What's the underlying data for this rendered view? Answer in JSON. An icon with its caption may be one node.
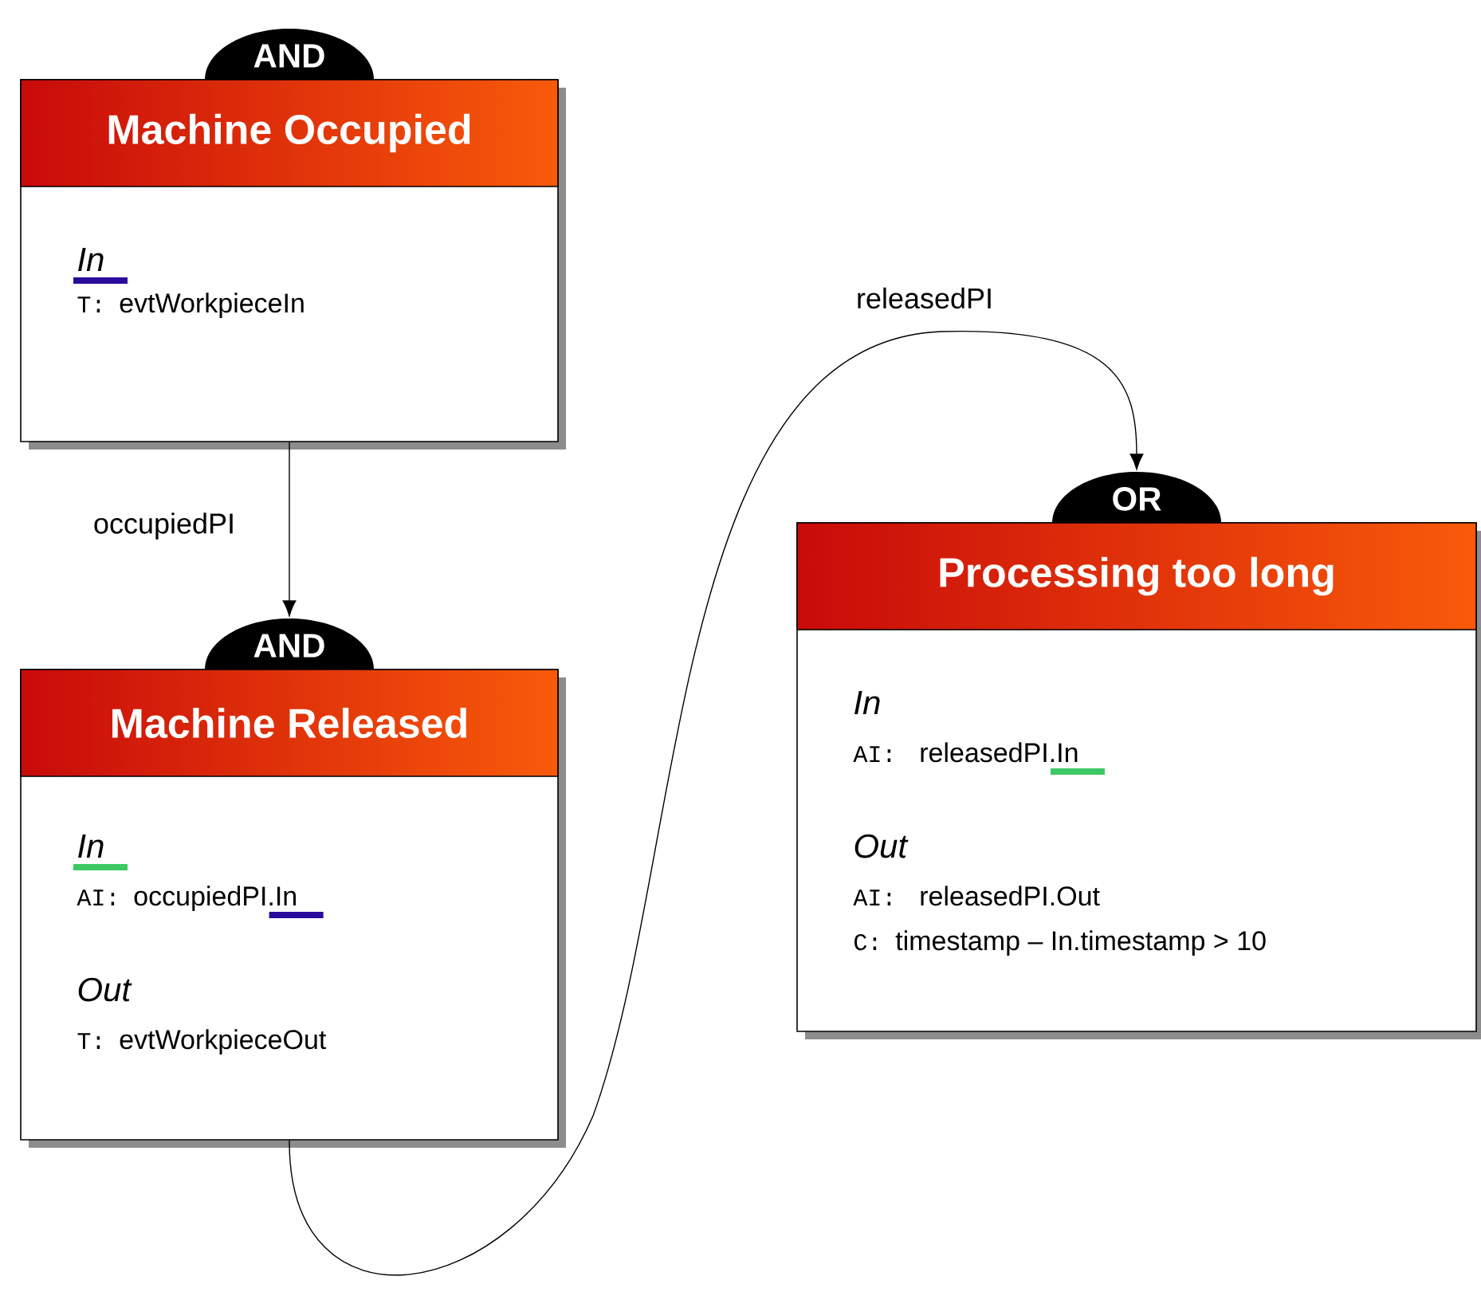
{
  "diagram": {
    "nodes": [
      {
        "text": [
          "AND",
          "Machine Occupied",
          "In",
          "T:",
          "evtWorkpieceIn"
        ]
      },
      {
        "text": [
          "AND",
          "Machine Released",
          "In",
          "AI:",
          "occupiedPI.In",
          "Out",
          "T:",
          "evtWorkpieceOut"
        ]
      },
      {
        "text": [
          "OR",
          "Processing too long",
          "In",
          "AI:",
          "releasedPI.In",
          "Out",
          "AI:",
          "releasedPI.Out",
          "C:",
          "timestamp – In.timestamp > 10"
        ]
      }
    ],
    "edges": [
      {
        "from": 0,
        "to": 1,
        "arrow": "to",
        "label": "occupiedPI"
      },
      {
        "from": 1,
        "to": 2,
        "arrow": "to",
        "label": "releasedPI"
      }
    ]
  }
}
